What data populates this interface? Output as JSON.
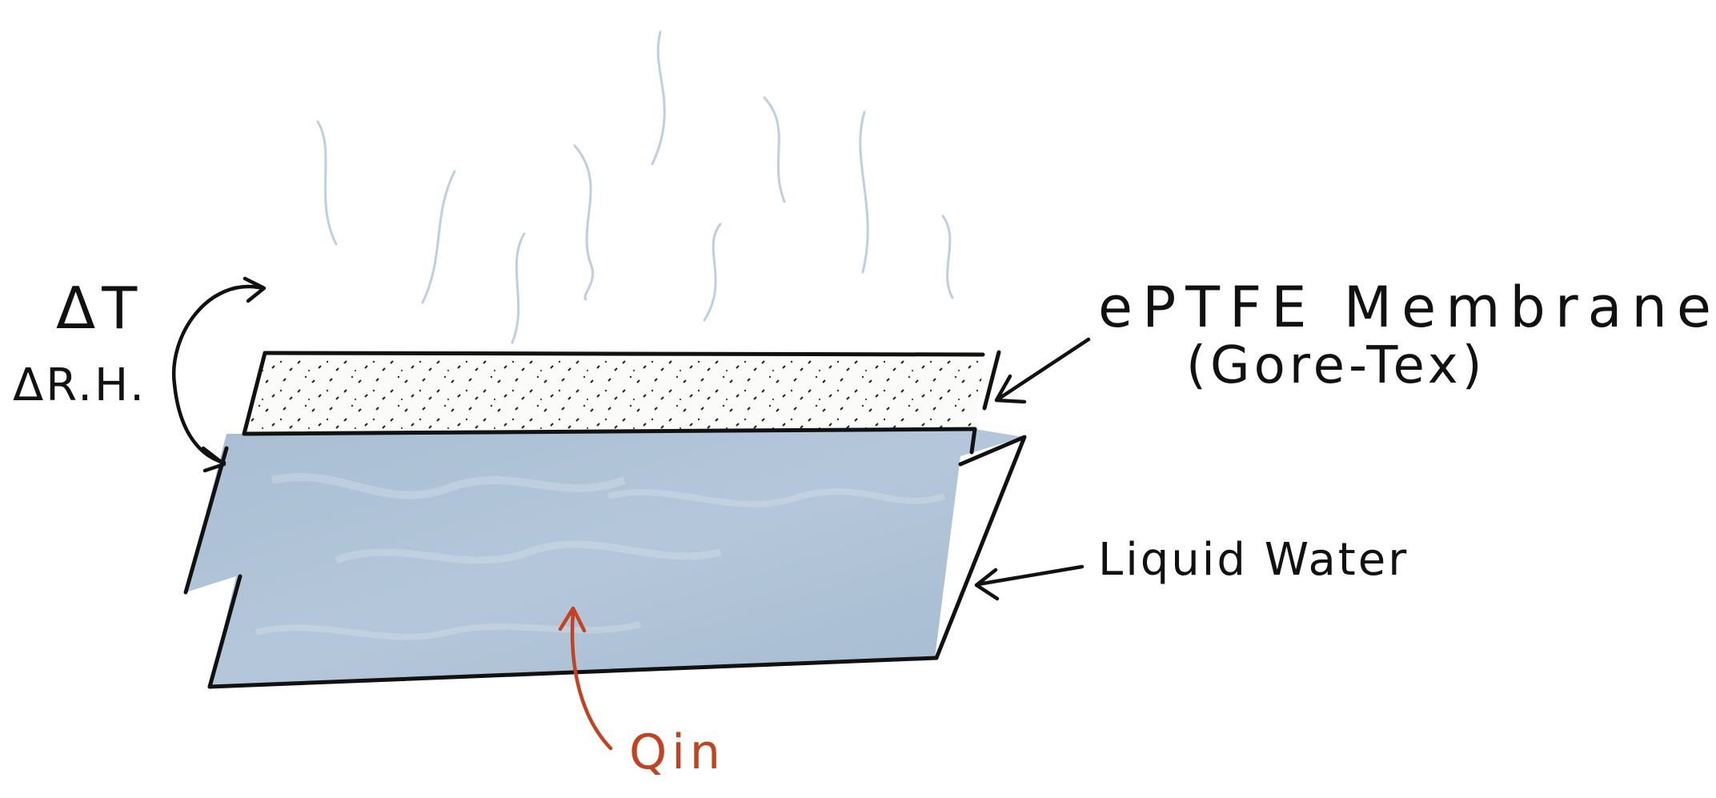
{
  "colors": {
    "water": "#A8BDD3",
    "water_light": "#C3D3E2",
    "membrane": "#FBFBF9",
    "ink": "#111111",
    "steam": "#BBD0E0",
    "heat": "#C4421F"
  },
  "labels": {
    "membrane_line1": "ePTFE Membrane",
    "membrane_line2": "(Gore-Tex)",
    "water": "Liquid Water",
    "delta_t": "ΔT",
    "delta_rh": "ΔR.H.",
    "heat_in": "Qin"
  }
}
